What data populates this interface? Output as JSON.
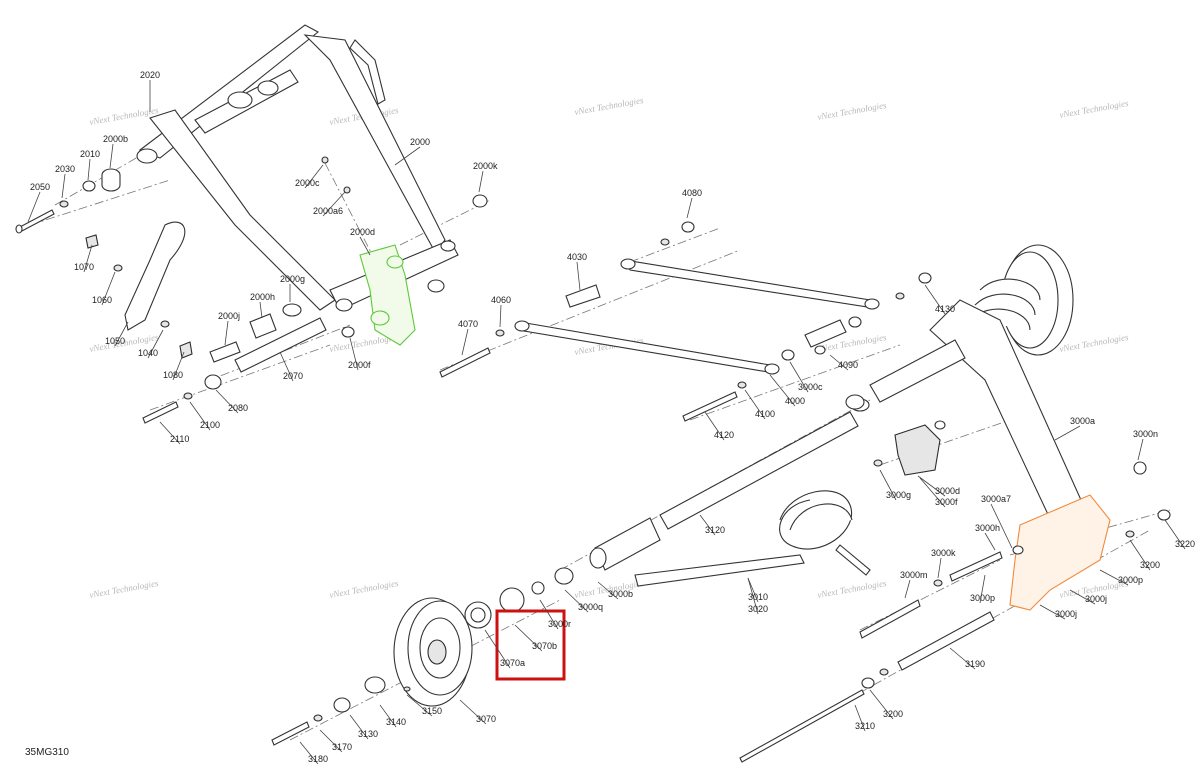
{
  "diagram": {
    "id": "35MG310",
    "watermark": "vNext Technologies",
    "highlight_color": "#cc1111",
    "assembly_colors": {
      "green": "#5cc93a",
      "orange": "#f08a3c"
    },
    "callouts": [
      "2020",
      "2000b",
      "2010",
      "2030",
      "2050",
      "2000",
      "2000c",
      "2000a6",
      "2000k",
      "2000d",
      "1070",
      "1060",
      "1050",
      "1040",
      "1080",
      "2000g",
      "2000h",
      "2000j",
      "2000f",
      "2070",
      "2080",
      "2100",
      "2110",
      "4080",
      "4030",
      "4060",
      "4070",
      "4130",
      "4090",
      "3000c",
      "4000",
      "4100",
      "4120",
      "3000a",
      "3000n",
      "3000g",
      "3000d",
      "3000f",
      "3000a7",
      "3220",
      "3200",
      "3000h",
      "3000k",
      "3000m",
      "3000p",
      "3000p",
      "3000j",
      "3000j",
      "3190",
      "3200",
      "3210",
      "3120",
      "3010",
      "3020",
      "3000b",
      "3000q",
      "3000r",
      "3070b",
      "3070a",
      "3070",
      "3150",
      "3140",
      "3130",
      "3170",
      "3180"
    ]
  }
}
